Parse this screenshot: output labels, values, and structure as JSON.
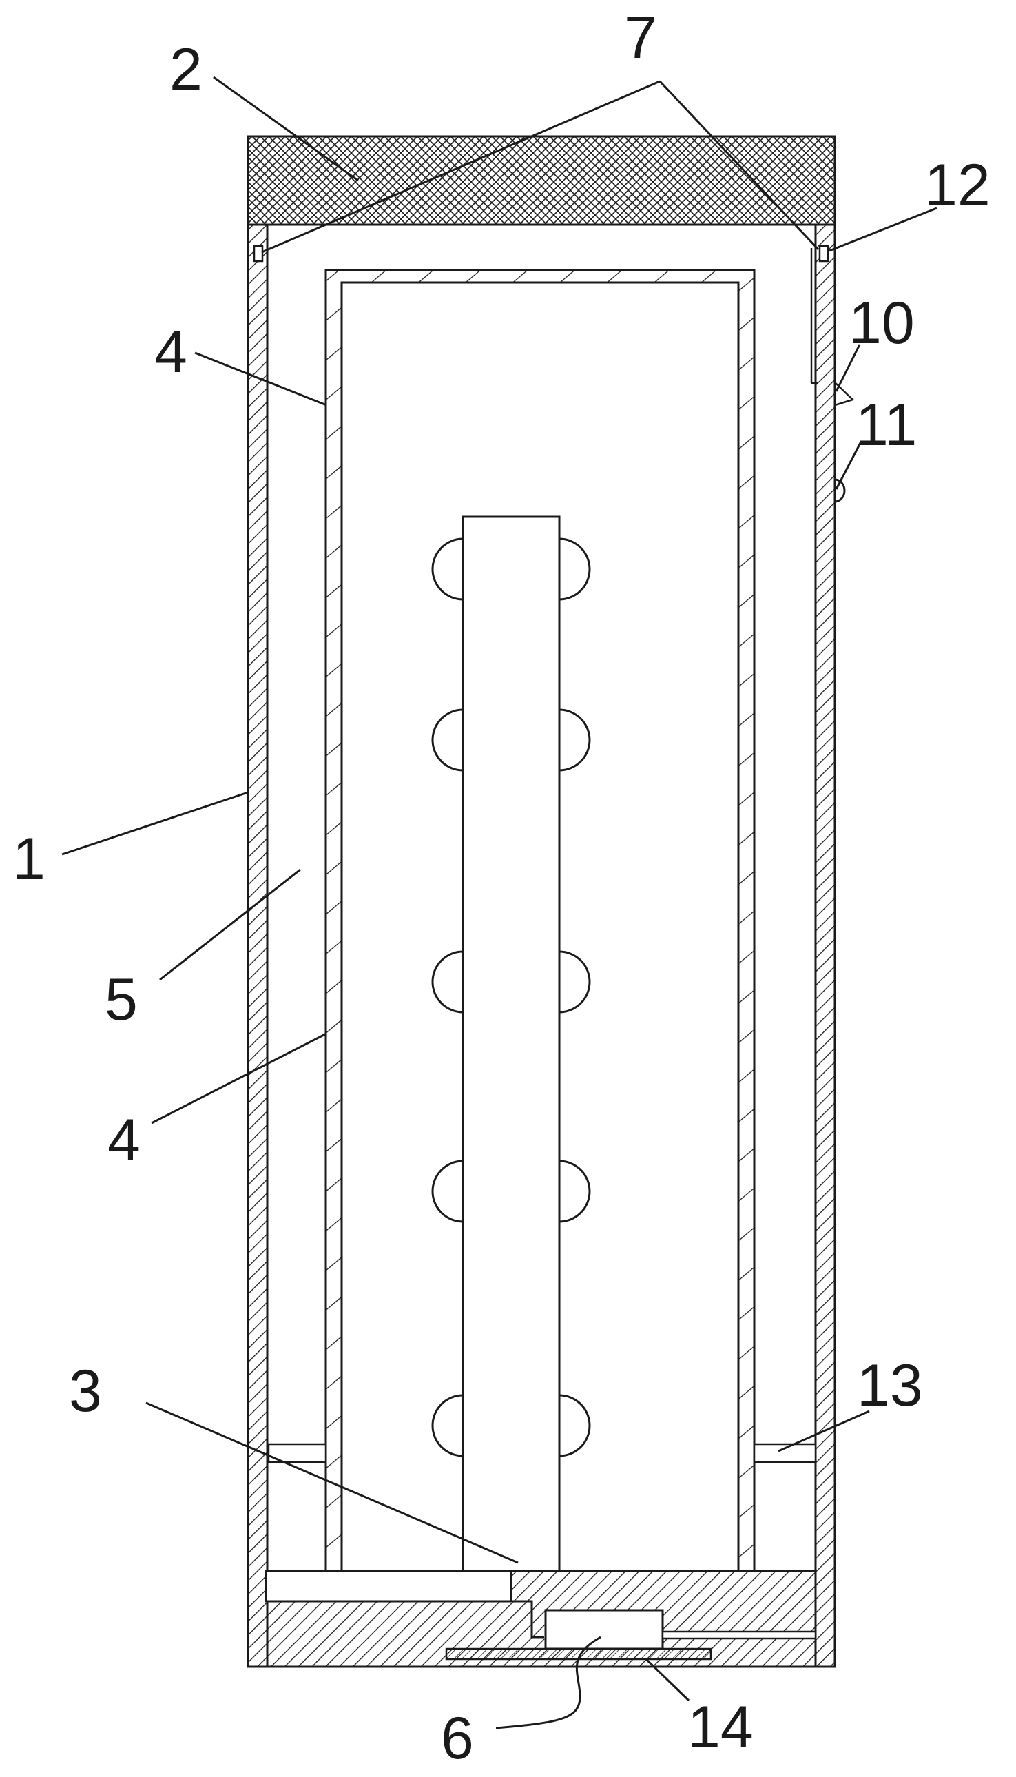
{
  "labels": {
    "n1": "1",
    "n2": "2",
    "n3": "3",
    "n4a": "4",
    "n4b": "4",
    "n5": "5",
    "n6": "6",
    "n7": "7",
    "n10": "10",
    "n11": "11",
    "n12": "12",
    "n13": "13",
    "n14": "14"
  },
  "colors": {
    "line": "#1a1a1a",
    "background": "#ffffff"
  }
}
